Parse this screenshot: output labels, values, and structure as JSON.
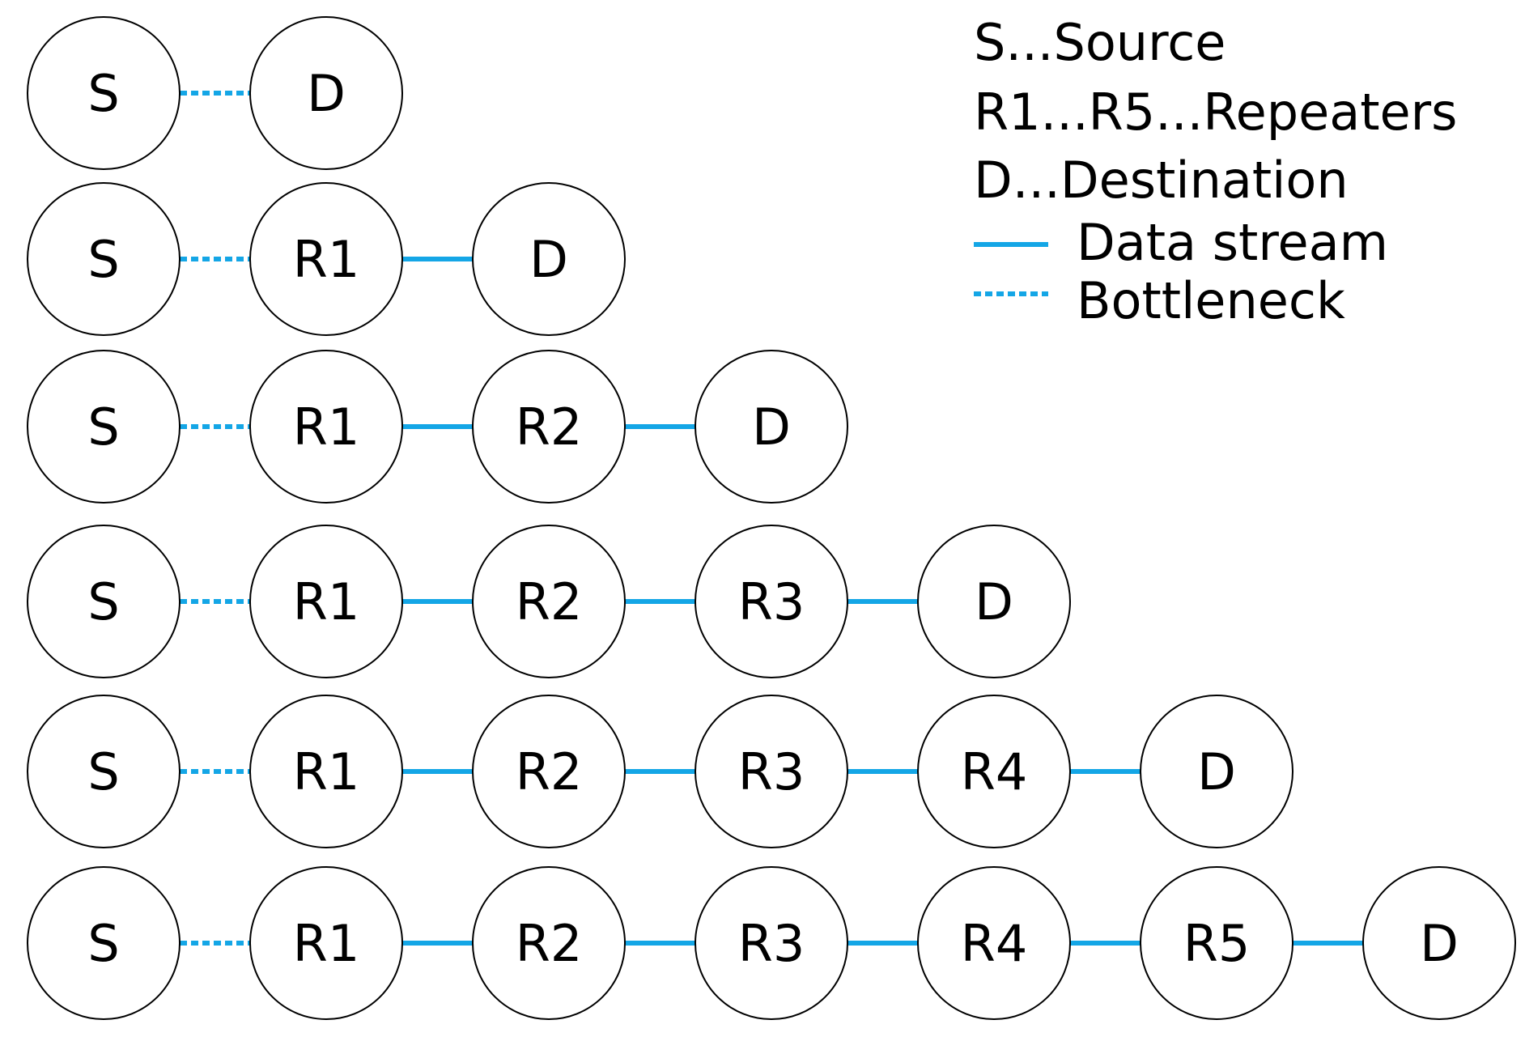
{
  "colors": {
    "link": "#14a6e6",
    "node_stroke": "#000000",
    "node_fill": "#ffffff",
    "text": "#000000"
  },
  "legend": {
    "source": "S...Source",
    "repeaters": "R1...R5...Repeaters",
    "destination": "D...Destination",
    "data_stream": "Data stream",
    "bottleneck": "Bottleneck"
  },
  "chains": [
    {
      "nodes": [
        "S",
        "D"
      ]
    },
    {
      "nodes": [
        "S",
        "R1",
        "D"
      ]
    },
    {
      "nodes": [
        "S",
        "R1",
        "R2",
        "D"
      ]
    },
    {
      "nodes": [
        "S",
        "R1",
        "R2",
        "R3",
        "D"
      ]
    },
    {
      "nodes": [
        "S",
        "R1",
        "R2",
        "R3",
        "R4",
        "D"
      ]
    },
    {
      "nodes": [
        "S",
        "R1",
        "R2",
        "R3",
        "R4",
        "R5",
        "D"
      ]
    }
  ]
}
